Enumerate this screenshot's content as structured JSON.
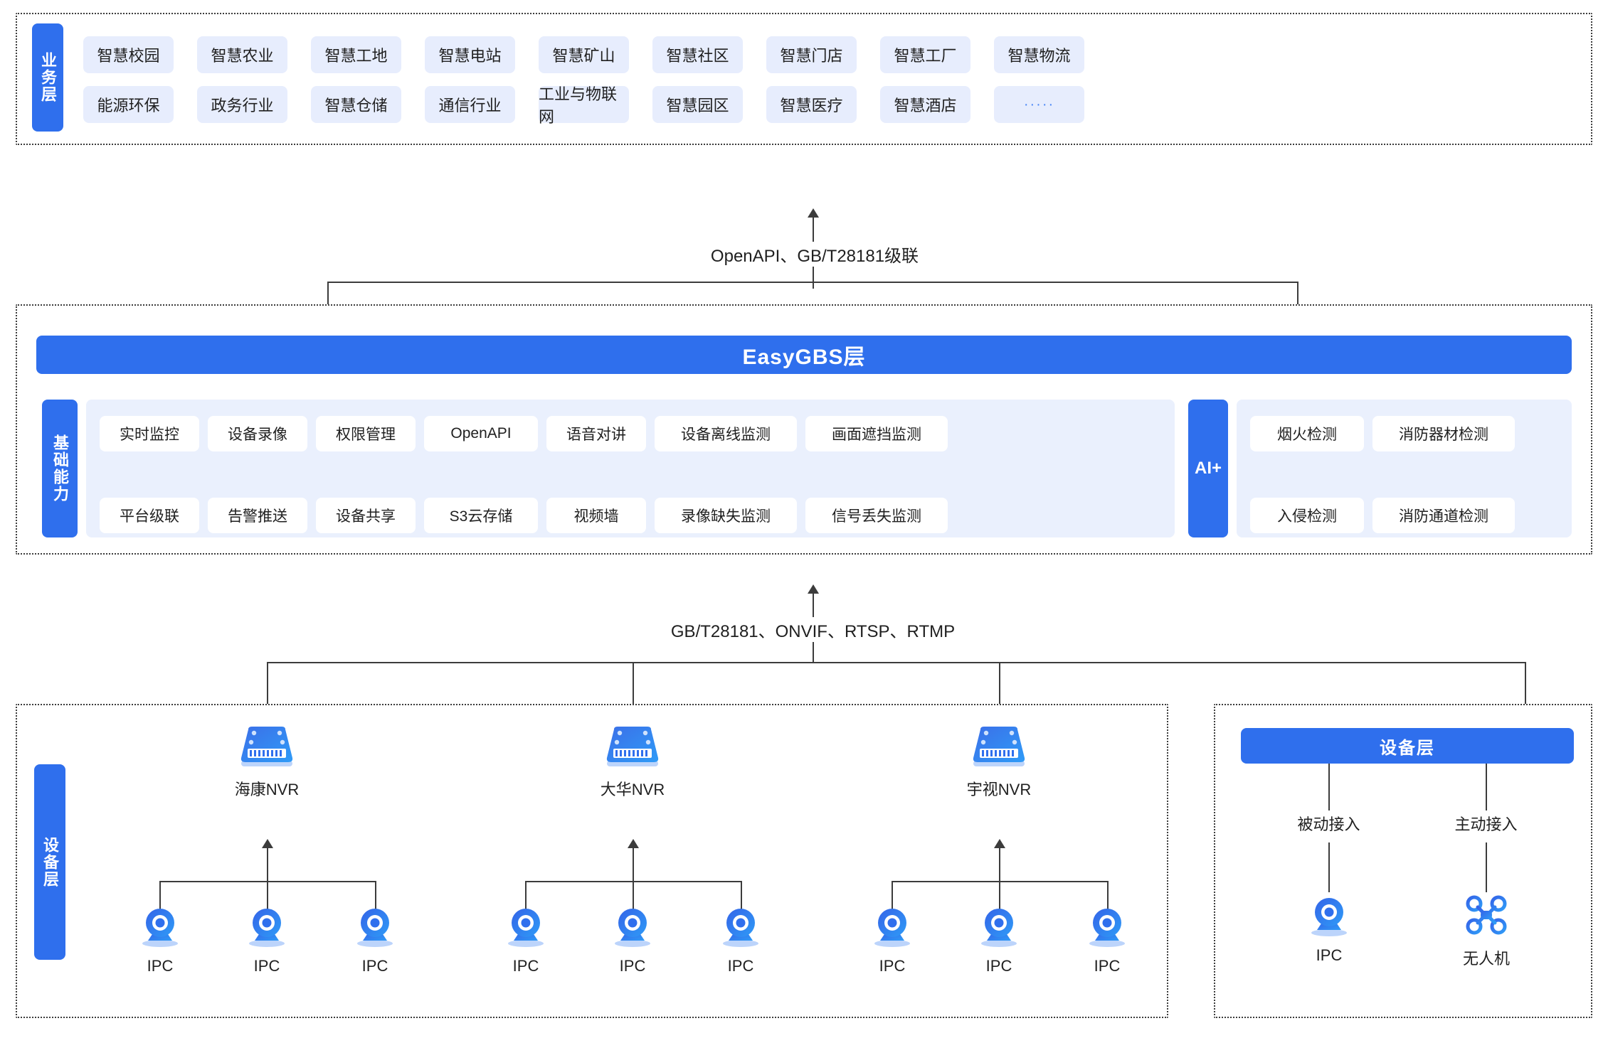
{
  "business_layer": {
    "side_label": "业务层",
    "row1": [
      "智慧校园",
      "智慧农业",
      "智慧工地",
      "智慧电站",
      "智慧矿山",
      "智慧社区",
      "智慧门店",
      "智慧工厂",
      "智慧物流"
    ],
    "row2": [
      "能源环保",
      "政务行业",
      "智慧仓储",
      "通信行业",
      "工业与物联网",
      "智慧园区",
      "智慧医疗",
      "智慧酒店",
      "·····"
    ]
  },
  "connector_top": "OpenAPI、GB/T28181级联",
  "platform_layer": {
    "gbs_bar": "EasyGBS层",
    "side_label": "基础能力",
    "ai_label": "AI+",
    "cap_row1": [
      "实时监控",
      "设备录像",
      "权限管理",
      "OpenAPI",
      "语音对讲",
      "设备离线监测",
      "画面遮挡监测"
    ],
    "cap_row2": [
      "平台级联",
      "告警推送",
      "设备共享",
      "S3云存储",
      "视频墙",
      "录像缺失监测",
      "信号丢失监测"
    ],
    "ai_row1": [
      "烟火检测",
      "消防器材检测"
    ],
    "ai_row2": [
      "入侵检测",
      "消防通道检测"
    ]
  },
  "connector_bottom": "GB/T28181、ONVIF、RTSP、RTMP",
  "device_layer": {
    "side_label": "设备层",
    "nvr_groups": [
      {
        "nvr_label": "海康NVR",
        "cameras": [
          "IPC",
          "IPC",
          "IPC"
        ]
      },
      {
        "nvr_label": "大华NVR",
        "cameras": [
          "IPC",
          "IPC",
          "IPC"
        ]
      },
      {
        "nvr_label": "宇视NVR",
        "cameras": [
          "IPC",
          "IPC",
          "IPC"
        ]
      }
    ],
    "right_panel": {
      "bar_label": "设备层",
      "branches": [
        {
          "edge": "被动接入",
          "device": "IPC",
          "icon": "camera-icon"
        },
        {
          "edge": "主动接入",
          "device": "无人机",
          "icon": "drone-icon"
        }
      ]
    }
  },
  "colors": {
    "brand_blue": "#2f6fed",
    "chip_bg": "#e7edfd",
    "panel_bg": "#eaf0fd",
    "line": "#3c3c3c"
  }
}
